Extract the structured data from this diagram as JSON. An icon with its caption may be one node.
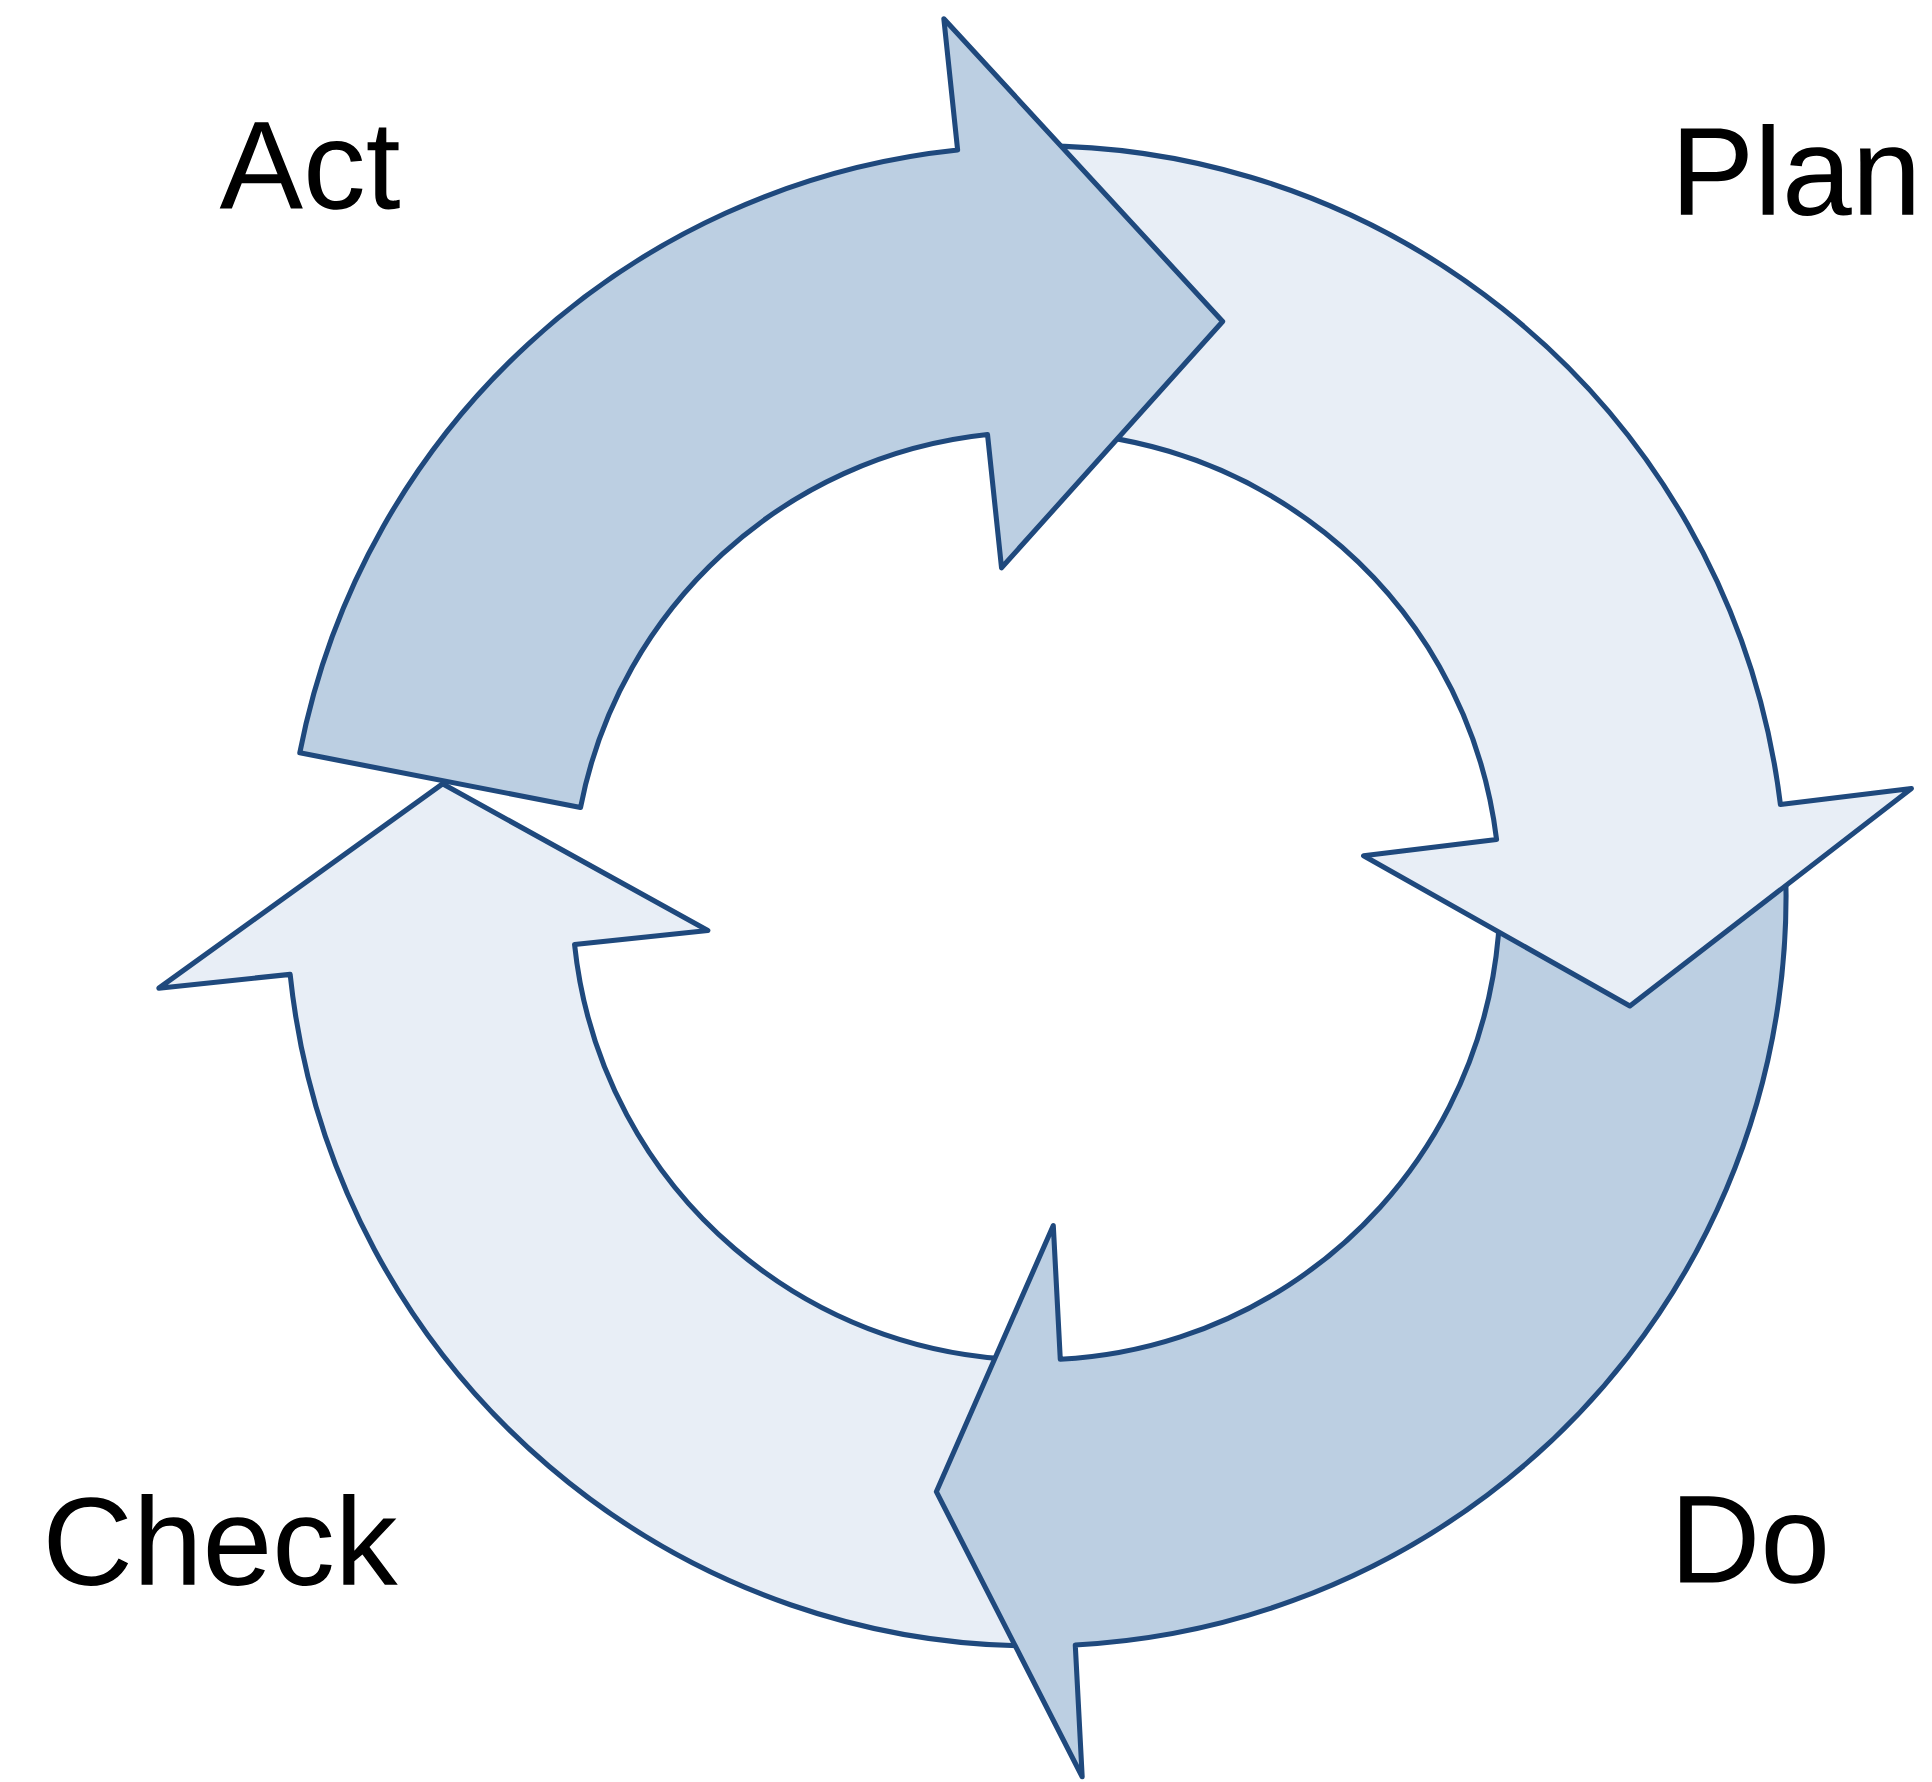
{
  "diagram": {
    "labels": [
      "Act",
      "Plan",
      "Check",
      "Do"
    ]
  }
}
